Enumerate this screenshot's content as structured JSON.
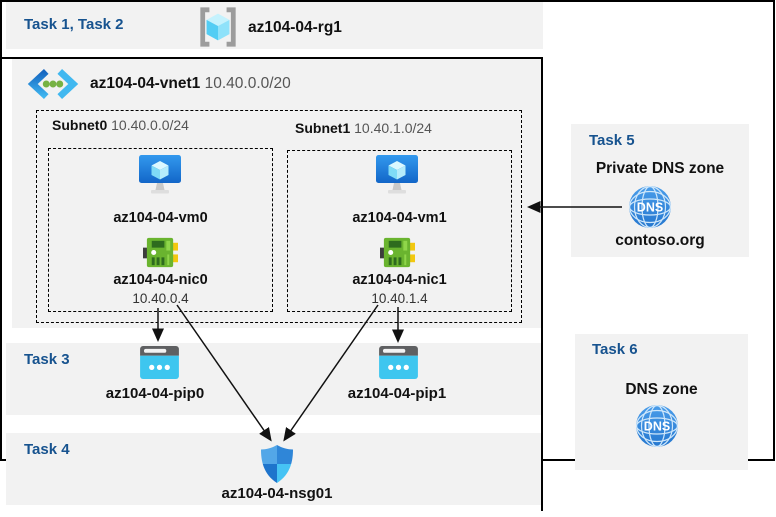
{
  "colors": {
    "task_label_blue": "#17538f",
    "panel_gray": "#f2f2f2",
    "line_black": "#000000",
    "azure_blue": "#2b87dd",
    "nic_green": "#6ab42f",
    "pip_cyan": "#3ec6ef"
  },
  "header": {
    "tasks": "Task 1, Task 2",
    "resource_group": "az104-04-rg1"
  },
  "vnet": {
    "name": "az104-04-vnet1",
    "cidr": "10.40.0.0/20"
  },
  "subnets": [
    {
      "name": "Subnet0",
      "cidr": "10.40.0.0/24",
      "vm": "az104-04-vm0",
      "nic": "az104-04-nic0",
      "ip": "10.40.0.4"
    },
    {
      "name": "Subnet1",
      "cidr": "10.40.1.0/24",
      "vm": "az104-04-vm1",
      "nic": "az104-04-nic1",
      "ip": "10.40.1.4"
    }
  ],
  "task3": {
    "label": "Task 3",
    "pips": [
      "az104-04-pip0",
      "az104-04-pip1"
    ]
  },
  "task4": {
    "label": "Task 4",
    "nsg": "az104-04-nsg01"
  },
  "task5": {
    "label": "Task 5",
    "title": "Private DNS zone",
    "zone": "contoso.org",
    "dns_badge": "DNS"
  },
  "task6": {
    "label": "Task 6",
    "title": "DNS zone",
    "dns_badge": "DNS"
  },
  "icons": {
    "resource_group": "bracketed-cube",
    "virtual_network": "chevron-dots-chevron",
    "virtual_machine": "monitor-cube",
    "network_interface": "green-nic-card",
    "public_ip": "cyan-browser-dots",
    "nsg": "blue-quadrant-shield",
    "dns": "blue-globe-dns"
  }
}
